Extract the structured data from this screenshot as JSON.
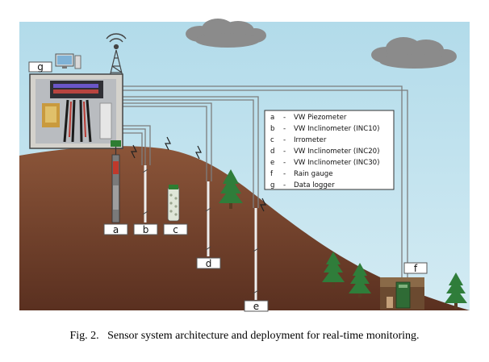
{
  "legend": [
    {
      "key": "a",
      "sep": "-",
      "text": "VW Piezometer"
    },
    {
      "key": "b",
      "sep": "-",
      "text": "VW Inclinometer (INC10)"
    },
    {
      "key": "c",
      "sep": "-",
      "text": "Irrometer"
    },
    {
      "key": "d",
      "sep": "-",
      "text": "VW Inclinometer (INC20)"
    },
    {
      "key": "e",
      "sep": "-",
      "text": "VW Inclinometer (INC30)"
    },
    {
      "key": "f",
      "sep": "-",
      "text": "Rain gauge"
    },
    {
      "key": "g",
      "sep": "-",
      "text": "Data logger"
    }
  ],
  "labels": {
    "a": "a",
    "b": "b",
    "c": "c",
    "d": "d",
    "e": "e",
    "f": "f",
    "g": "g"
  },
  "caption": "Fig. 2.   Sensor system architecture and deployment for real-time monitoring.",
  "icons": [
    "cloud-icon",
    "computer-icon",
    "antenna-tower-icon",
    "wireless-signal-icon",
    "tree-icon"
  ],
  "colors": {
    "sky": "#a8d4e4",
    "soil": "#7d4a33",
    "cloud": "#8a8a8a",
    "tree": "#2f7d3a",
    "wire": "#7a7a7a"
  }
}
